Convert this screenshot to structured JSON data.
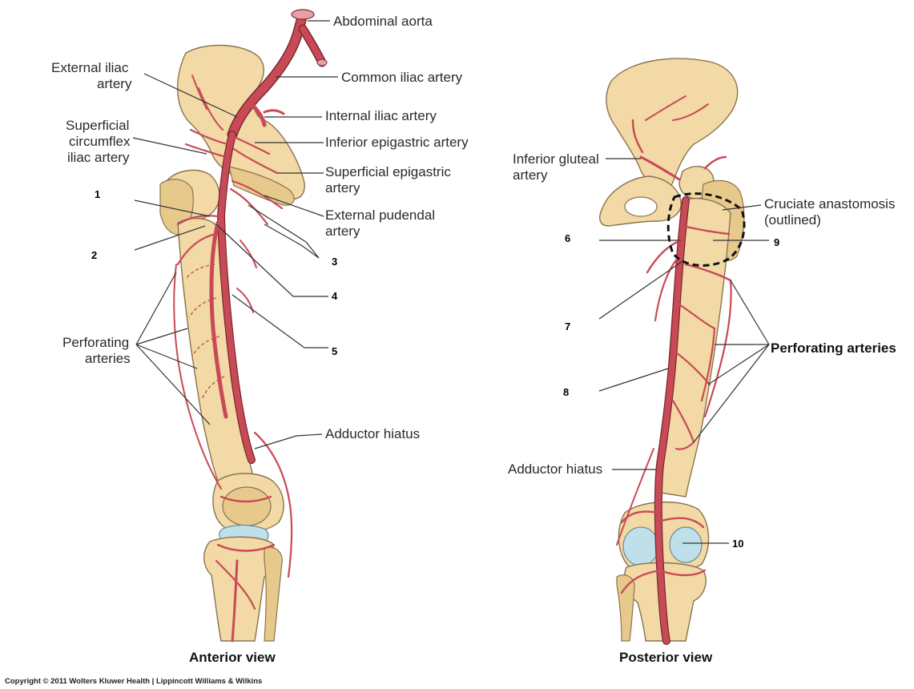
{
  "labels": {
    "abdominal_aorta": "Abdominal aorta",
    "external_iliac_line1": "External iliac",
    "external_iliac_line2": "artery",
    "common_iliac": "Common iliac artery",
    "internal_iliac": "Internal iliac artery",
    "superficial_circumflex_line1": "Superficial",
    "superficial_circumflex_line2": "circumflex",
    "superficial_circumflex_line3": "iliac artery",
    "inferior_epigastric": "Inferior epigastric artery",
    "superficial_epigastric_line1": "Superficial epigastric",
    "superficial_epigastric_line2": "artery",
    "external_pudendal_line1": "External pudendal",
    "external_pudendal_line2": "artery",
    "perforating_anterior_line1": "Perforating",
    "perforating_anterior_line2": "arteries",
    "adductor_hiatus_anterior": "Adductor hiatus",
    "inferior_gluteal_line1": "Inferior gluteal",
    "inferior_gluteal_line2": "artery",
    "cruciate_line1": "Cruciate anastomosis",
    "cruciate_line2": "(outlined)",
    "perforating_posterior": "Perforating arteries",
    "adductor_hiatus_posterior": "Adductor hiatus"
  },
  "numbers": [
    "1",
    "2",
    "3",
    "4",
    "5",
    "6",
    "7",
    "8",
    "9",
    "10"
  ],
  "views": {
    "anterior": "Anterior view",
    "posterior": "Posterior view"
  },
  "copyright": "Copyright © 2011 Wolters Kluwer Health | Lippincott Williams & Wilkins",
  "colors": {
    "bone": "#f2d9a5",
    "artery": "#c94a57",
    "cartilage": "#bfe0ea"
  }
}
